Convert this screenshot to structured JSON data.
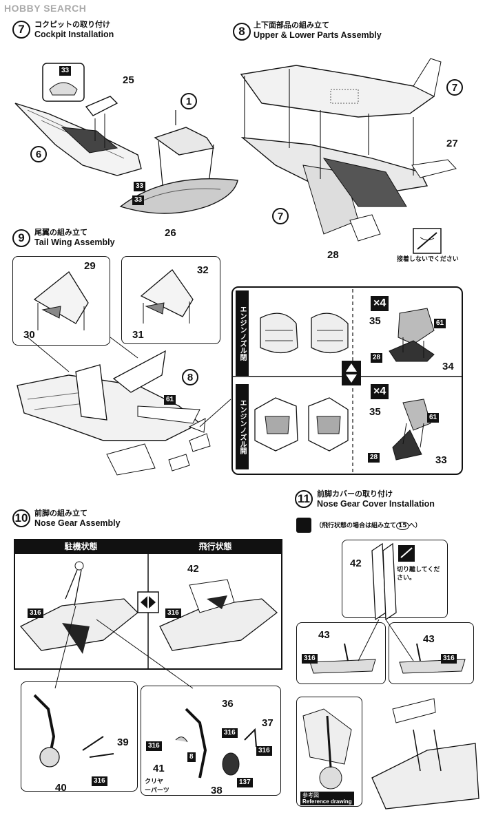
{
  "watermark": "HOBBY SEARCH",
  "step7": {
    "num": "7",
    "jp": "コクピットの取り付け",
    "en": "Cockpit Installation",
    "callouts": [
      "25",
      "1",
      "6",
      "26"
    ],
    "tags": [
      "33",
      "33",
      "33"
    ]
  },
  "step8": {
    "num": "8",
    "jp": "上下面部品の組み立て",
    "en": "Upper & Lower Parts Assembly",
    "callouts": [
      "7",
      "7",
      "27",
      "28"
    ],
    "note": "接着しないでください"
  },
  "step9": {
    "num": "9",
    "jp": "尾翼の組み立て",
    "en": "Tail Wing Assembly",
    "callouts": [
      "29",
      "30",
      "32",
      "31",
      "8"
    ],
    "tag": "61",
    "nozzle_closed": "エンジンノズル閉",
    "nozzle_open": "エンジンノズル開",
    "times": "×4",
    "times2": "×4",
    "closed_parts": [
      "35",
      "34"
    ],
    "open_parts": [
      "35",
      "33"
    ],
    "closed_tags": [
      "61",
      "28"
    ],
    "open_tags": [
      "61",
      "28"
    ]
  },
  "step10": {
    "num": "10",
    "jp": "前脚の組み立て",
    "en": "Nose Gear Assembly",
    "parked": "駐機状態",
    "flight": "飛行状態",
    "callouts": [
      "42",
      "39",
      "40",
      "36",
      "37",
      "41",
      "38"
    ],
    "clear_parts": "クリヤーパーツ",
    "tags": [
      "316",
      "316",
      "316",
      "316",
      "316",
      "8",
      "316",
      "137"
    ]
  },
  "step11": {
    "num": "11",
    "jp": "前脚カバーの取り付け",
    "en": "Nose Gear Cover Installation",
    "note_prefix": "（飛行状態の場合は組み立て",
    "note_step": "15",
    "note_suffix": "へ）",
    "cut_note": "切り離してください。",
    "callouts": [
      "42",
      "43",
      "43"
    ],
    "tags": [
      "316",
      "316"
    ],
    "ref_jp": "参考図",
    "ref_en": "Reference drawing"
  }
}
